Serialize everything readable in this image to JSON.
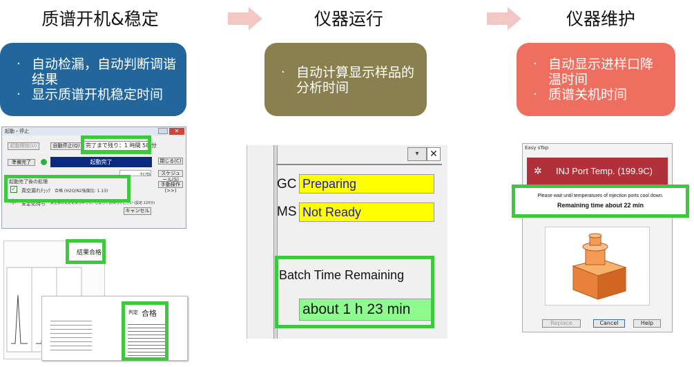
{
  "columns": [
    {
      "title": "质谱开机&稳定",
      "bullets": [
        "自动检漏，自动判断调谐结果",
        "显示质谱开机稳定时间"
      ],
      "color": "#23669b"
    },
    {
      "title": "仪器运行",
      "bullets": [
        "自动计算显示样品的分析时间"
      ],
      "color": "#8a7f4e"
    },
    {
      "title": "仪器维护",
      "bullets": [
        "自动显示进样口降温时间",
        "质谱关机时间"
      ],
      "color": "#ee6f60"
    }
  ],
  "startup_dialog": {
    "title": "起動・停止",
    "btn_start": "起動開始(U)",
    "btn_stop": "自動停止(Q)",
    "remaining_label": "完了まで残り：",
    "remaining_value": "1 時間 58 分",
    "status_label": "準備完了",
    "status_banner": "起動完了",
    "btn_close": "閉じる(C)",
    "btn_schedule": "スケジュール(S)",
    "btn_auto": "手動操作(>>)",
    "field_small": "ｷｬﾝｾﾙ",
    "section_label": "起動完了後の処理",
    "check1_name": "真空漏れﾁｪｯｸ",
    "check1_result": "合格 (H2O/N2強度比: 1.13)",
    "check2_name": "安定化待ち",
    "check2_result": "真空系の安定化待ち中です。しばらくお待ちください (設定:120分)",
    "btn_cancel": "キャンセル"
  },
  "tune_report": {
    "header1": "結果",
    "header2": "合格",
    "report_label": "判定",
    "report_value": "合格"
  },
  "batch_panel": {
    "gc_label": "GC",
    "gc_value": "Preparing",
    "ms_label": "MS",
    "ms_value": "Not Ready",
    "batch_label": "Batch Time Remaining",
    "batch_value": "about 1 h 23 min"
  },
  "easy_stop": {
    "title": "Easy sTop",
    "banner": "INJ Port Temp. (199.9C)",
    "message": "Please wait until temperatures of injection ports cool down.",
    "remaining": "Remaining time about 22 min",
    "btn_replace": "Replace",
    "btn_cancel": "Cancel",
    "btn_help": "Help"
  },
  "icons": [
    "arrow-right-icon",
    "checkbox-icon",
    "spinner-icon",
    "close-icon",
    "dropdown-icon",
    "info-icon"
  ],
  "accent_colors": {
    "highlight": "#3ec83e",
    "status_blue": "#0a2a80",
    "inj_banner": "#b0313a"
  }
}
